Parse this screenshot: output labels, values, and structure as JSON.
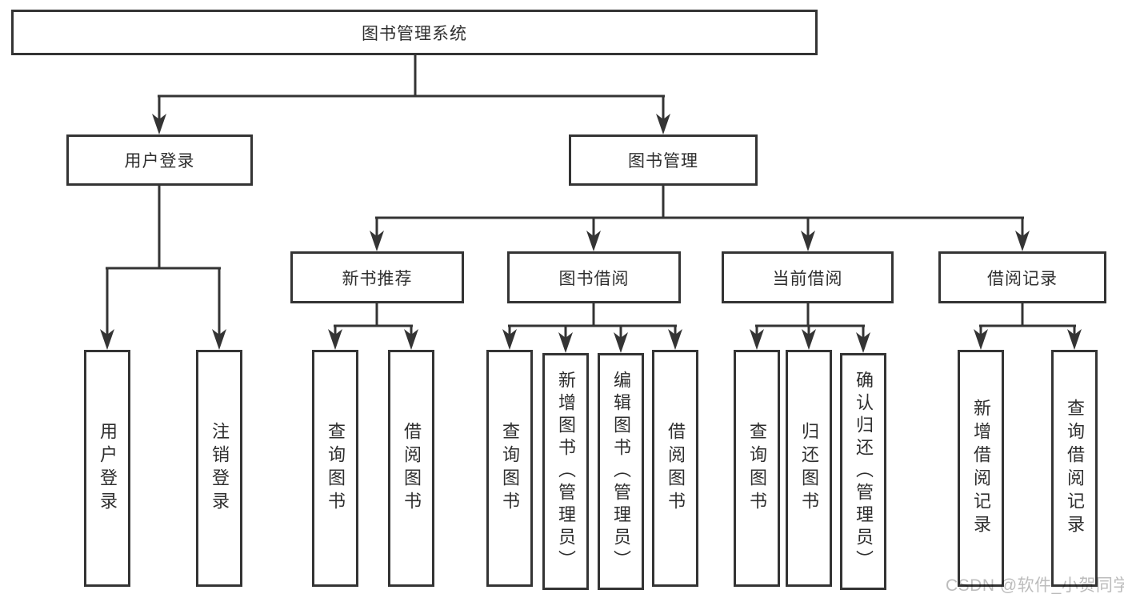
{
  "tree": {
    "root": "图书管理系统",
    "children": [
      {
        "label": "用户登录",
        "children": [
          "用户登录",
          "注销登录"
        ]
      },
      {
        "label": "图书管理",
        "children": [
          {
            "label": "新书推荐",
            "children": [
              "查询图书",
              "借阅图书"
            ]
          },
          {
            "label": "图书借阅",
            "children": [
              "查询图书",
              "新增图书（管理员）",
              "编辑图书（管理员）",
              "借阅图书"
            ]
          },
          {
            "label": "当前借阅",
            "children": [
              "查询图书",
              "归还图书",
              "确认归还（管理员）"
            ]
          },
          {
            "label": "借阅记录",
            "children": [
              "新增借阅记录",
              "查询借阅记录"
            ]
          }
        ]
      }
    ]
  },
  "watermark": "CSDN @软件_小贺同学",
  "colors": {
    "line": "#343434",
    "box_border": "#343434",
    "box_fill": "#ffffff",
    "text": "#2f2f2f",
    "watermark": "#bcbcbc",
    "background": "#ffffff"
  }
}
